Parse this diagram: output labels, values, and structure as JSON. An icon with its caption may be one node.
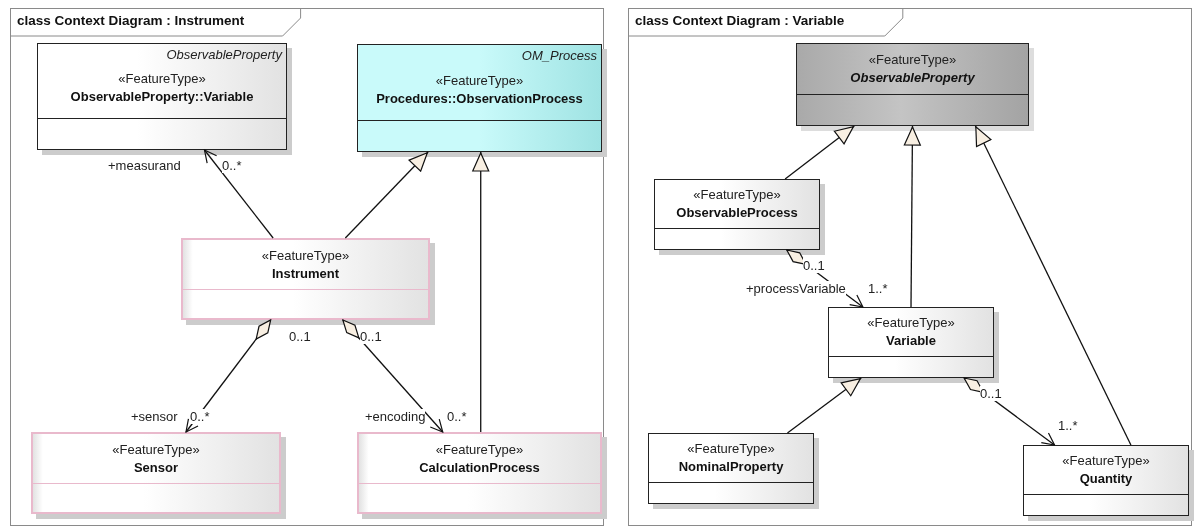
{
  "diagram": {
    "nodes": [
      {
        "text": [
          "class Context Diagram : Instrument"
        ]
      },
      {
        "text": [
          "ObservableProperty",
          "«FeatureType»",
          "ObservableProperty::Variable"
        ],
        "in": 0
      },
      {
        "text": [
          "OM_Process",
          "«FeatureType»",
          "Procedures::ObservationProcess"
        ],
        "in": 0
      },
      {
        "text": [
          "«FeatureType»",
          "Instrument"
        ],
        "in": 0
      },
      {
        "text": [
          "«FeatureType»",
          "Sensor"
        ],
        "in": 0
      },
      {
        "text": [
          "«FeatureType»",
          "CalculationProcess"
        ],
        "in": 0
      },
      {
        "text": [
          "class Context Diagram : Variable"
        ]
      },
      {
        "text": [
          "«FeatureType»",
          "ObservableProperty"
        ],
        "in": 6
      },
      {
        "text": [
          "«FeatureType»",
          "ObservableProcess"
        ],
        "in": 6
      },
      {
        "text": [
          "«FeatureType»",
          "Variable"
        ],
        "in": 6
      },
      {
        "text": [
          "«FeatureType»",
          "NominalProperty"
        ],
        "in": 6
      },
      {
        "text": [
          "«FeatureType»",
          "Quantity"
        ],
        "in": 6
      }
    ],
    "edges": [
      {
        "from": 3,
        "to": 1,
        "arrow": "to"
      },
      {
        "from": 3,
        "to": 2,
        "arrow": "to"
      },
      {
        "from": 5,
        "to": 2,
        "arrow": "to"
      },
      {
        "from": 3,
        "to": 4,
        "arrow": "to"
      },
      {
        "from": 3,
        "to": 5,
        "arrow": "to"
      },
      {
        "from": 8,
        "to": 7,
        "arrow": "to"
      },
      {
        "from": 9,
        "to": 7,
        "arrow": "to"
      },
      {
        "from": 11,
        "to": 7,
        "arrow": "to"
      },
      {
        "from": 8,
        "to": 9,
        "arrow": "to"
      },
      {
        "from": 10,
        "to": 9,
        "arrow": "to"
      },
      {
        "from": 9,
        "to": 11,
        "arrow": "to"
      }
    ],
    "labels": [
      "+measurand",
      "0..*",
      "0..1",
      "0..1",
      "+sensor",
      "0..*",
      "+encoding",
      "0..*",
      "0..1",
      "+processVariable",
      "1..*",
      "0..1",
      "1..*"
    ]
  }
}
